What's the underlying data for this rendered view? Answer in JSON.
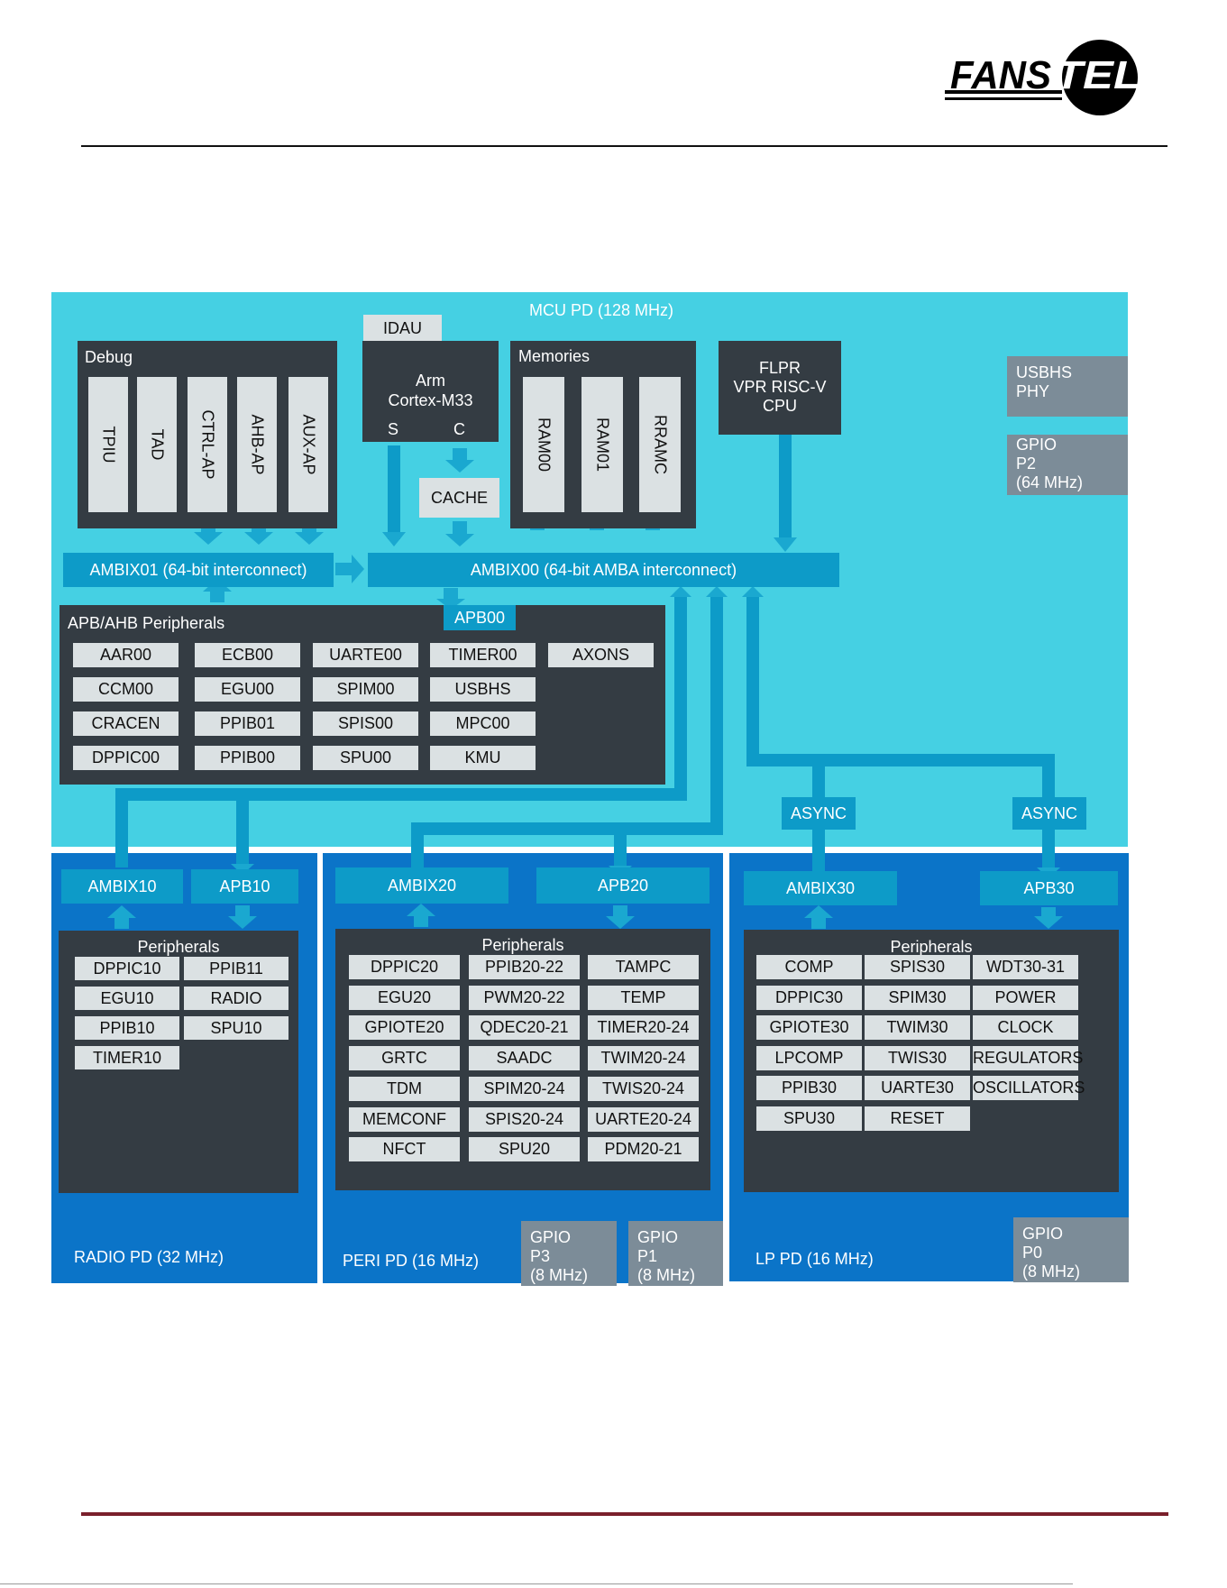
{
  "header": {
    "logo_text": "FANSTEL"
  },
  "mcu": {
    "title": "MCU PD (128 MHz)",
    "idau": "IDAU",
    "cpu": {
      "line1": "Arm",
      "line2": "Cortex-M33",
      "s": "S",
      "c": "C"
    },
    "cache": "CACHE",
    "debug": {
      "title": "Debug",
      "items": [
        "TPIU",
        "TAD",
        "CTRL-AP",
        "AHB-AP",
        "AUX-AP"
      ]
    },
    "memories": {
      "title": "Memories",
      "items": [
        "RAM00",
        "RAM01",
        "RRAMC"
      ]
    },
    "flpr": {
      "line1": "FLPR",
      "line2": "VPR RISC-V",
      "line3": "CPU"
    },
    "usbhs_phy": {
      "line1": "USBHS",
      "line2": "PHY"
    },
    "gpio_p2": {
      "line1": "GPIO",
      "line2": "P2",
      "line3": "(64 MHz)"
    },
    "ambix01": "AMBIX01 (64-bit interconnect)",
    "ambix00": "AMBIX00 (64-bit AMBA interconnect)",
    "apb00": "APB00",
    "apb_ahb": {
      "title": "APB/AHB Peripherals",
      "col1": [
        "AAR00",
        "CCM00",
        "CRACEN",
        "DPPIC00"
      ],
      "col2": [
        "ECB00",
        "EGU00",
        "PPIB01",
        "PPIB00"
      ],
      "col3": [
        "UARTE00",
        "SPIM00",
        "SPIS00",
        "SPU00"
      ],
      "col4": [
        "TIMER00",
        "USBHS",
        "MPC00",
        "KMU"
      ],
      "col5": [
        "AXONS"
      ]
    },
    "async1": "ASYNC",
    "async2": "ASYNC"
  },
  "radio": {
    "title": "RADIO PD (32 MHz)",
    "ambix": "AMBIX10",
    "apb": "APB10",
    "peripherals_title": "Peripherals",
    "col1": [
      "DPPIC10",
      "EGU10",
      "PPIB10",
      "TIMER10"
    ],
    "col2": [
      "PPIB11",
      "RADIO",
      "SPU10"
    ]
  },
  "peri": {
    "title": "PERI PD (16 MHz)",
    "ambix": "AMBIX20",
    "apb": "APB20",
    "peripherals_title": "Peripherals",
    "col1": [
      "DPPIC20",
      "EGU20",
      "GPIOTE20",
      "GRTC",
      "TDM",
      "MEMCONF",
      "NFCT"
    ],
    "col2": [
      "PPIB20-22",
      "PWM20-22",
      "QDEC20-21",
      "SAADC",
      "SPIM20-24",
      "SPIS20-24",
      "SPU20"
    ],
    "col3": [
      "TAMPC",
      "TEMP",
      "TIMER20-24",
      "TWIM20-24",
      "TWIS20-24",
      "UARTE20-24",
      "PDM20-21"
    ],
    "gpio_p3": {
      "line1": "GPIO",
      "line2": "P3",
      "line3": "(8 MHz)"
    },
    "gpio_p1": {
      "line1": "GPIO",
      "line2": "P1",
      "line3": "(8 MHz)"
    }
  },
  "lp": {
    "title": "LP PD (16 MHz)",
    "ambix": "AMBIX30",
    "apb": "APB30",
    "peripherals_title": "Peripherals",
    "col1": [
      "COMP",
      "DPPIC30",
      "GPIOTE30",
      "LPCOMP",
      "PPIB30",
      "SPU30"
    ],
    "col2": [
      "SPIS30",
      "SPIM30",
      "TWIM30",
      "TWIS30",
      "UARTE30",
      "RESET"
    ],
    "col3": [
      "WDT30-31",
      "POWER",
      "CLOCK",
      "REGULATORS",
      "OSCILLATORS"
    ],
    "gpio_p0": {
      "line1": "GPIO",
      "line2": "P0",
      "line3": "(8 MHz)"
    }
  },
  "colors": {
    "mcu_bg": "#45d0e3",
    "pd_bg": "#0b74c8",
    "dark": "#343c43",
    "bus": "#0d9bc8",
    "chip": "#dbe1e3",
    "gray": "#7c8c98",
    "footer_rule": "#7a1f2b"
  }
}
